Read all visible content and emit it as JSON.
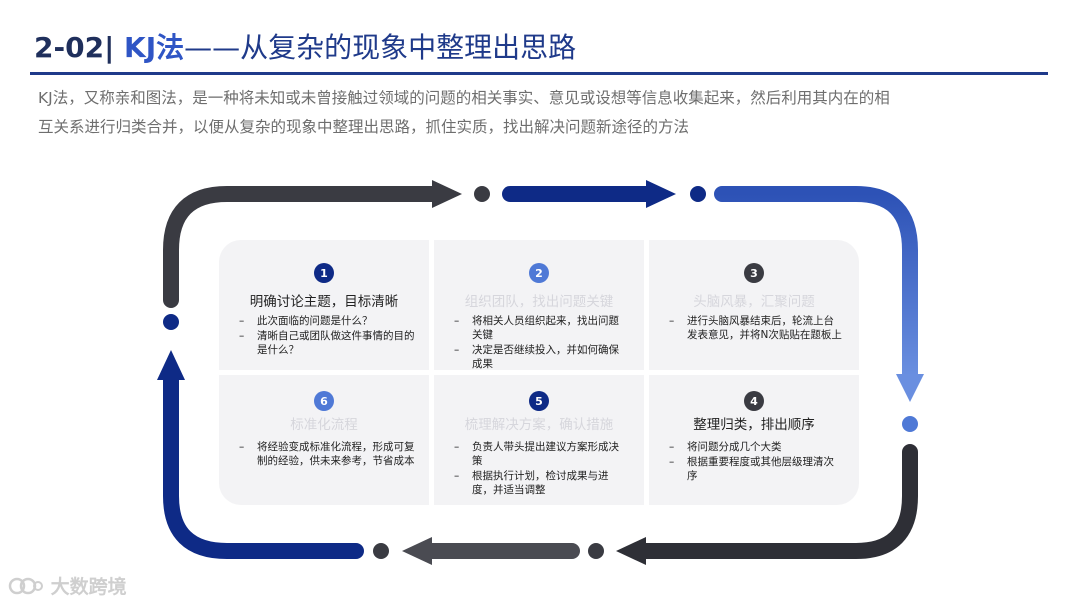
{
  "header": {
    "number": "2-02|",
    "kj": "KJ法",
    "subtitle": "——从复杂的现象中整理出思路"
  },
  "description": {
    "line1": "KJ法，又称亲和图法，是一种将未知或未曾接触过领域的问题的相关事实、意见或设想等信息收集起来，然后利用其内在的相",
    "line2": "互关系进行归类合并，以便从复杂的现象中整理出思路，抓住实质，找出解决问题新途径的方法"
  },
  "colors": {
    "dark": "#3a3b42",
    "navy": "#0e2a86",
    "blue": "#4169c8",
    "badge_light": "#4f79d6"
  },
  "steps": [
    {
      "num": "1",
      "title": "明确讨论主题，目标清晰",
      "points": [
        "此次面临的问题是什么？",
        "清晰自己或团队做这件事情的目的是什么？"
      ]
    },
    {
      "num": "2",
      "title": "组织团队，找出问题关键",
      "points": [
        "将相关人员组织起来，找出问题关键",
        "决定是否继续投入，并如何确保成果"
      ]
    },
    {
      "num": "3",
      "title": "头脑风暴，汇聚问题",
      "points": [
        "进行头脑风暴结束后，轮流上台发表意见，并将N次贴贴在题板上"
      ]
    },
    {
      "num": "4",
      "title": "整理归类，排出顺序",
      "points": [
        "将问题分成几个大类",
        "根据重要程度或其他层级理清次序"
      ]
    },
    {
      "num": "5",
      "title": "梳理解决方案，确认措施",
      "points": [
        "负责人带头提出建议方案形成决策",
        "根据执行计划，检讨成果与进度，并适当调整"
      ]
    },
    {
      "num": "6",
      "title": "标准化流程",
      "points": [
        "将经验变成标准化流程，形成可复制的经验，供未来参考，节省成本"
      ]
    }
  ],
  "watermark": "大数跨境"
}
